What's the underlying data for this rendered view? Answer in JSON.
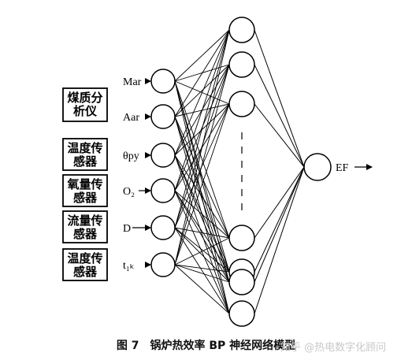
{
  "sensors": [
    {
      "label_lines": [
        "煤质分",
        "析仪"
      ],
      "signals": [
        "Mar",
        "Aar"
      ]
    },
    {
      "label_lines": [
        "温度传",
        "感器"
      ],
      "signals": [
        "θpy"
      ]
    },
    {
      "label_lines": [
        "氧量传",
        "感器"
      ],
      "signals": [
        "O₂"
      ]
    },
    {
      "label_lines": [
        "流量传",
        "感器"
      ],
      "signals": [
        "D"
      ]
    },
    {
      "label_lines": [
        "温度传",
        "感器"
      ],
      "signals": [
        "t₁ₖ"
      ]
    }
  ],
  "network": {
    "input_count": 6,
    "hidden_count": 7,
    "output_label": "EF"
  },
  "caption": {
    "figure_no": "图 7",
    "title": "锅炉热效率 BP 神经网络模型"
  },
  "watermark": "知乎 @热电数字化顾问"
}
